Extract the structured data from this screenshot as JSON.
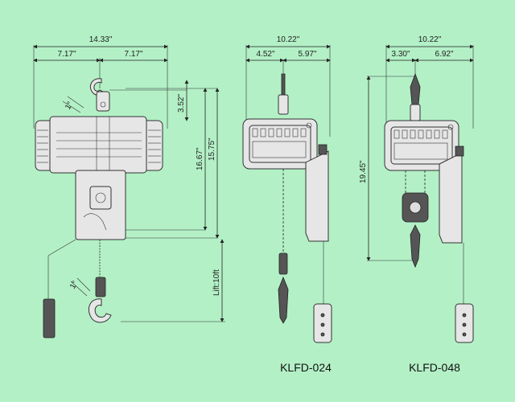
{
  "colors": {
    "background": "#b3f0c6",
    "line": "#222222",
    "body": "#e6e6e6"
  },
  "view1": {
    "overall_width": "14.33\"",
    "left_half": "7.17\"",
    "right_half": "7.17\"",
    "hook_offset": "3.52\"",
    "height_a": "16.67\"",
    "height_b": "15.75\"",
    "lift": "Lift:10ft",
    "angle_top": "1°",
    "angle_bottom": "1°"
  },
  "view2": {
    "model": "KLFD-024",
    "overall_width": "10.22\"",
    "left_width": "4.52\"",
    "right_width": "5.97\""
  },
  "view3": {
    "model": "KLFD-048",
    "overall_width": "10.22\"",
    "left_width": "3.30\"",
    "right_width": "6.92\"",
    "height": "19.45\""
  }
}
